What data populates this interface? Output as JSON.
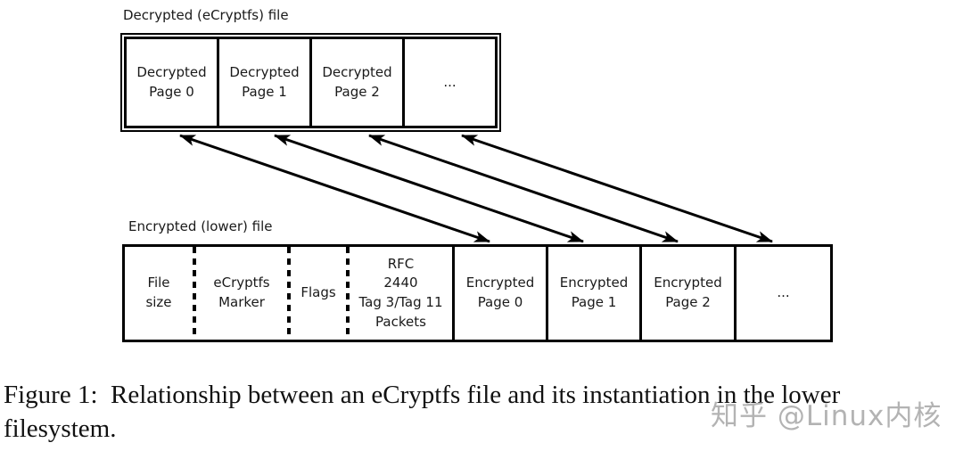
{
  "diagram": {
    "top_box": {
      "label": "Decrypted (eCryptfs) file",
      "cells": [
        {
          "lines": [
            "Decrypted",
            "Page 0"
          ]
        },
        {
          "lines": [
            "Decrypted",
            "Page 1"
          ]
        },
        {
          "lines": [
            "Decrypted",
            "Page 2"
          ]
        },
        {
          "lines": [
            "..."
          ]
        }
      ]
    },
    "bottom_box": {
      "label": "Encrypted (lower) file",
      "cells": [
        {
          "lines": [
            "File",
            "size"
          ]
        },
        {
          "lines": [
            "eCryptfs",
            "Marker"
          ]
        },
        {
          "lines": [
            "Flags"
          ]
        },
        {
          "lines": [
            "RFC",
            "2440",
            "Tag 3/Tag 11",
            "Packets"
          ]
        },
        {
          "lines": [
            "Encrypted",
            "Page 0"
          ]
        },
        {
          "lines": [
            "Encrypted",
            "Page 1"
          ]
        },
        {
          "lines": [
            "Encrypted",
            "Page 2"
          ]
        },
        {
          "lines": [
            "..."
          ]
        }
      ]
    },
    "mappings": [
      {
        "from": "Decrypted Page 0",
        "to": "Encrypted Page 0"
      },
      {
        "from": "Decrypted Page 1",
        "to": "Encrypted Page 1"
      },
      {
        "from": "Decrypted Page 2",
        "to": "Encrypted Page 2"
      },
      {
        "from": "Decrypted ...",
        "to": "Encrypted ..."
      }
    ],
    "colors": {
      "line": "#000000",
      "background": "#ffffff"
    }
  },
  "caption": {
    "line1": "Figure 1:  Relationship between an eCryptfs file and its instantiation in the lower",
    "line2": "filesystem."
  },
  "watermark": {
    "text": "知乎 @Linux内核",
    "color": "#969696"
  }
}
